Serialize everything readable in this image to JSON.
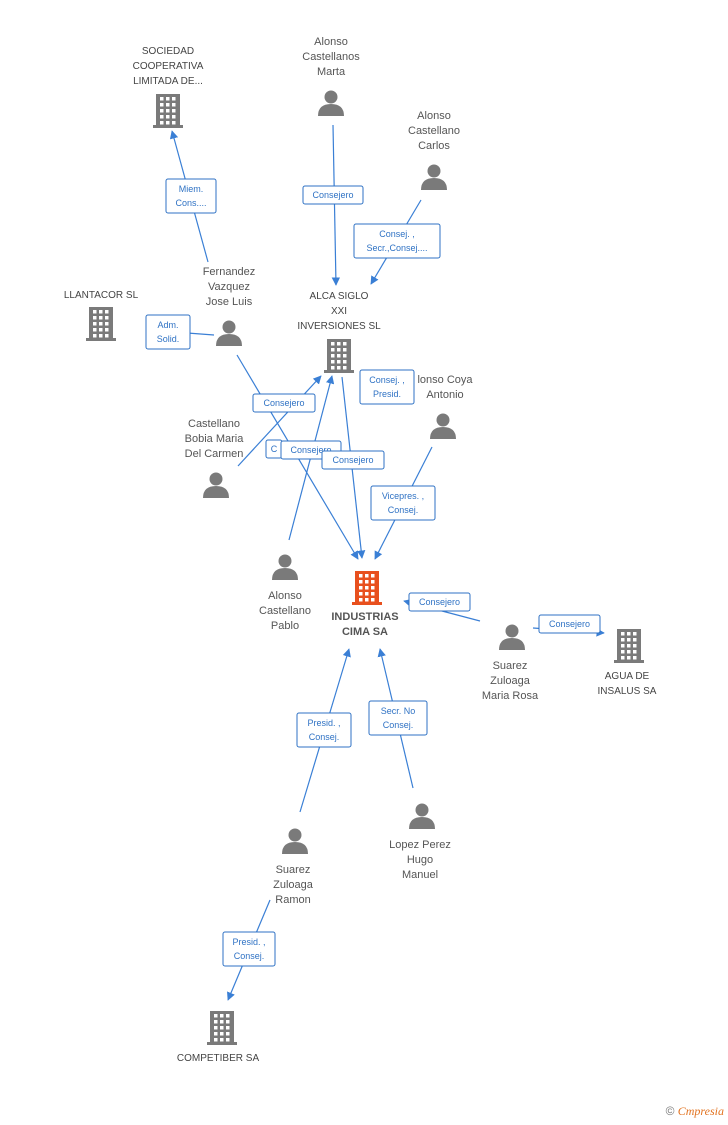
{
  "colors": {
    "edge": "#3a7fd5",
    "person": "#7a7a7a",
    "company": "#7a7a7a",
    "main_company": "#e8501e"
  },
  "nodes": {
    "sociedad": {
      "lines": [
        "SOCIEDAD",
        "COOPERATIVA",
        "LIMITADA DE..."
      ],
      "type": "company"
    },
    "alonso_marta": {
      "lines": [
        "Alonso",
        "Castellanos",
        "Marta"
      ],
      "type": "person"
    },
    "alonso_carlos": {
      "lines": [
        "Alonso",
        "Castellano",
        "Carlos"
      ],
      "type": "person"
    },
    "llantacor": {
      "lines": [
        "LLANTACOR  SL"
      ],
      "type": "company"
    },
    "fernandez": {
      "lines": [
        "Fernandez",
        "Vazquez",
        "Jose Luis"
      ],
      "type": "person"
    },
    "alca": {
      "lines": [
        "ALCA SIGLO",
        "XXI",
        "INVERSIONES SL"
      ],
      "type": "company"
    },
    "alonso_coya": {
      "lines": [
        "lonso Coya",
        "Antonio"
      ],
      "type": "person"
    },
    "castellano_bobia": {
      "lines": [
        "Castellano",
        "Bobia Maria",
        "Del Carmen"
      ],
      "type": "person"
    },
    "alonso_pablo": {
      "lines": [
        "Alonso",
        "Castellano",
        "Pablo"
      ],
      "type": "person"
    },
    "industrias": {
      "lines": [
        "INDUSTRIAS",
        "CIMA SA"
      ],
      "type": "main"
    },
    "suarez_maria": {
      "lines": [
        "Suarez",
        "Zuloaga",
        "Maria Rosa"
      ],
      "type": "person"
    },
    "agua": {
      "lines": [
        "AGUA DE",
        "INSALUS SA"
      ],
      "type": "company"
    },
    "suarez_ramon": {
      "lines": [
        "Suarez",
        "Zuloaga",
        "Ramon"
      ],
      "type": "person"
    },
    "lopez": {
      "lines": [
        "Lopez Perez",
        "Hugo",
        "Manuel"
      ],
      "type": "person"
    },
    "competiber": {
      "lines": [
        "COMPETIBER SA"
      ],
      "type": "company"
    }
  },
  "relations": [
    {
      "id": "r1",
      "lines": [
        "Miem.",
        "Cons...."
      ]
    },
    {
      "id": "r2",
      "lines": [
        "Consejero"
      ]
    },
    {
      "id": "r3",
      "lines": [
        "Consej. ,",
        "Secr.,Consej...."
      ]
    },
    {
      "id": "r4",
      "lines": [
        "Adm.",
        "Solid."
      ]
    },
    {
      "id": "r5",
      "lines": [
        "Consej. ,",
        "Presid."
      ]
    },
    {
      "id": "r6",
      "lines": [
        "Consejero"
      ]
    },
    {
      "id": "r7",
      "lines": [
        "C"
      ]
    },
    {
      "id": "r8",
      "lines": [
        "Consejero"
      ]
    },
    {
      "id": "r9",
      "lines": [
        "Consejero"
      ]
    },
    {
      "id": "r10",
      "lines": [
        "Vicepres. ,",
        "Consej."
      ]
    },
    {
      "id": "r11",
      "lines": [
        "Consejero"
      ]
    },
    {
      "id": "r12",
      "lines": [
        "Consejero"
      ]
    },
    {
      "id": "r13",
      "lines": [
        "Presid. ,",
        "Consej."
      ]
    },
    {
      "id": "r14",
      "lines": [
        "Secr.  No",
        "Consej."
      ]
    },
    {
      "id": "r15",
      "lines": [
        "Presid. ,",
        "Consej."
      ]
    }
  ],
  "footer": {
    "copyright": "©",
    "brand_initial": "C",
    "brand_rest": "mpresia"
  }
}
